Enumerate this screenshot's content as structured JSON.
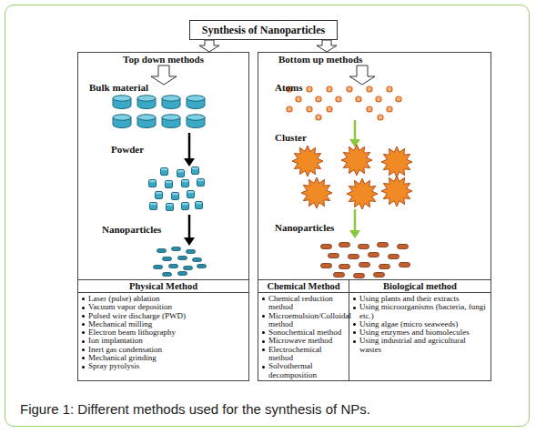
{
  "diagram": {
    "caption": "Figure 1: Different methods used for the synthesis of NPs.",
    "nodes": [
      {
        "text": [
          "Synthesis of Nanoparticles"
        ]
      },
      {
        "text": [
          "Top down methods"
        ]
      },
      {
        "text": [
          "Physical Method",
          "Laser (pulse) ablation",
          "Vacuum vapor deposition",
          "Pulsed wire discharge (PWD)",
          "Mechanical milling",
          "Electron beam lithography",
          "Ion implantation",
          "Inert gas condensation",
          "Mechanical grinding",
          "Spray pyrolysis"
        ],
        "in": 1
      },
      {
        "text": [
          "Bottom up methods"
        ]
      },
      {
        "text": [
          "Chemical Method",
          "Chemical reduction method",
          "Microemulsion/Colloidal method",
          "Sonochemical method",
          "Microwave method",
          "Electrochemical method",
          "Solvothermal decomposition"
        ],
        "in": 3
      },
      {
        "text": [
          "Biological method",
          "Using plants and their extracts",
          "Using microorganisms (bacteria, fungi etc.)",
          "Using algae (micro seaweeds)",
          "Using enzymes and biomolecules",
          "Using industrial and agricultural wastes"
        ],
        "in": 3
      }
    ],
    "edges": [
      {
        "from": 0,
        "to": 1,
        "arrow": "to"
      },
      {
        "from": 0,
        "to": 3,
        "arrow": "to"
      }
    ],
    "labels": [
      "Bulk material",
      "Powder",
      "Nanoparticles",
      "Atoms",
      "Cluster",
      "Nanoparticles"
    ]
  }
}
